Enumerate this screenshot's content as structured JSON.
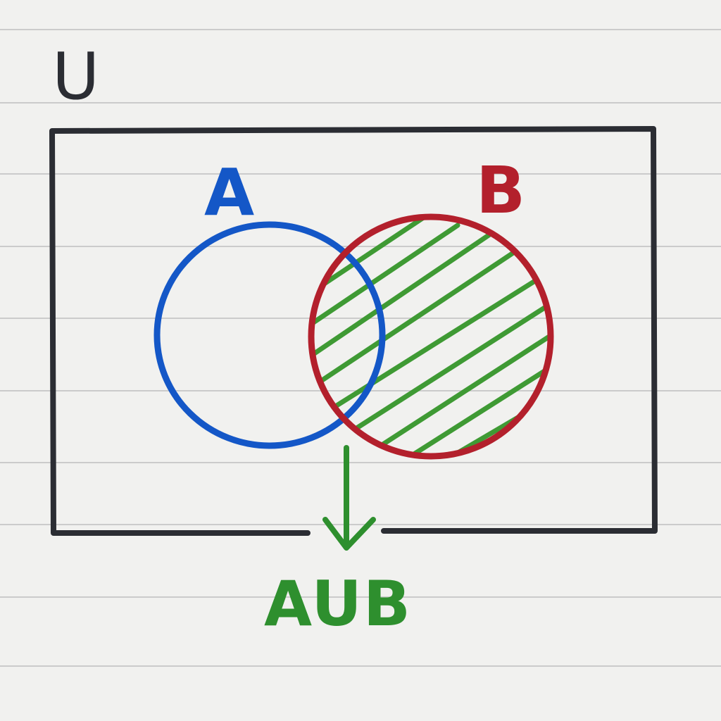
{
  "diagram": {
    "universe_label": "U",
    "set_a_label": "A",
    "set_b_label": "B",
    "result_label": "AUB",
    "shaded_region": "B",
    "colors": {
      "paper": "#f1f1ef",
      "ruled_line": "#c9c9c9",
      "universe_border": "#2b2d33",
      "set_a": "#1457c7",
      "set_b": "#b3202c",
      "shading": "#3f9a34",
      "result": "#2e8f2e"
    }
  }
}
